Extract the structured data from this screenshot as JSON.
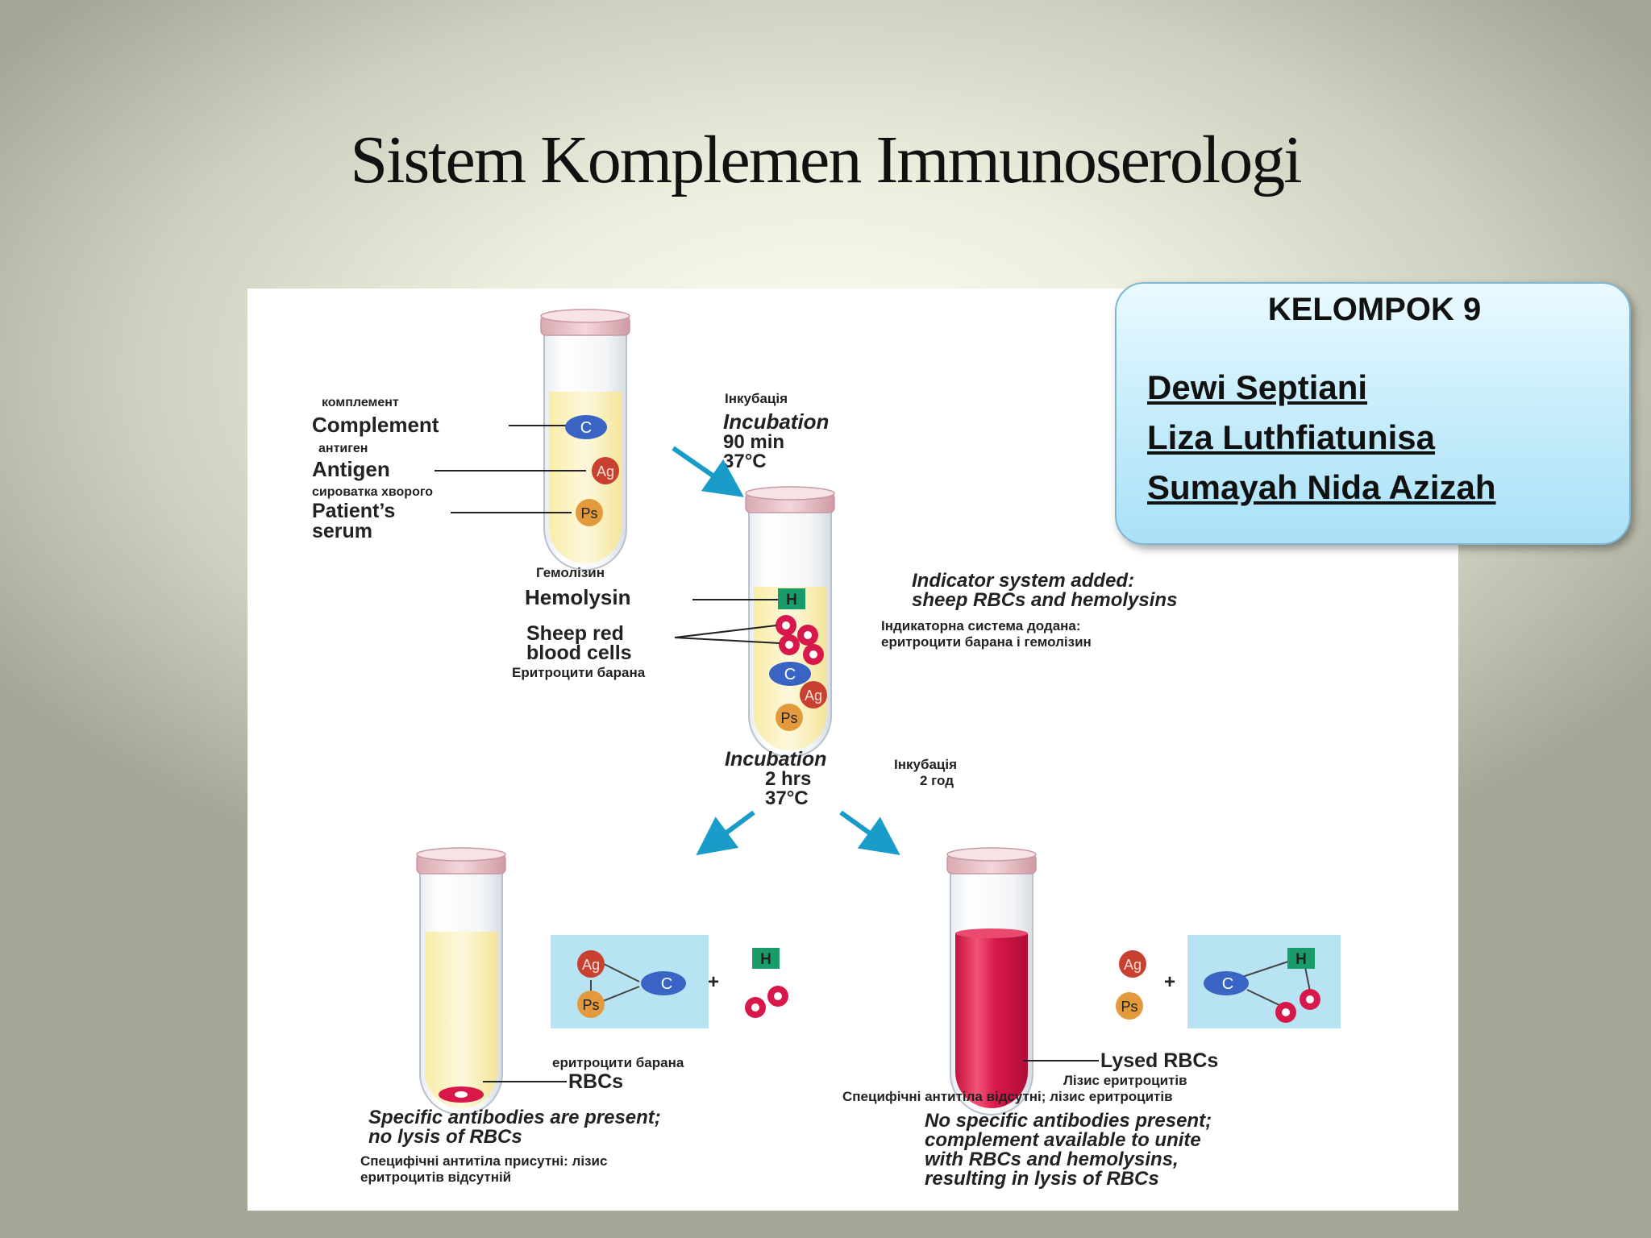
{
  "title": "Sistem Komplemen Immunoserologi",
  "group": {
    "title": "KELOMPOK 9",
    "members": [
      "Dewi Septiani",
      "Liza Luthfiatunisa",
      "Sumayah Nida Azizah"
    ]
  },
  "colors": {
    "complement": "#3a64c4",
    "antigen": "#c84030",
    "serum": "#e39a3c",
    "hemolysin": "#179c6a",
    "rbc": "#d8184a",
    "arrow": "#1a9cc8",
    "panel": "#b8e3f2"
  },
  "diagram": {
    "tube1": {
      "complement_ua": "комплемент",
      "complement": "Complement",
      "antigen_ua": "антиген",
      "antigen": "Antigen",
      "serum_ua": "сироватка хворого",
      "serum_line1": "Patient’s",
      "serum_line2": "serum",
      "mark_c": "C",
      "mark_ag": "Ag",
      "mark_ps": "Ps"
    },
    "incubation1": {
      "ua": "Інкубація",
      "label": "Incubation",
      "time": "90 min",
      "temp": "37°C"
    },
    "tube2": {
      "hemolysin_ua": "Гемолізин",
      "hemolysin": "Hemolysin",
      "sheep_line1": "Sheep red",
      "sheep_line2": "blood cells",
      "sheep_ua": "Еритроцити барана",
      "indicator_line1": "Indicator system added:",
      "indicator_line2": "sheep RBCs and hemolysins",
      "indicator_ua_line1": "Індикаторна система додана:",
      "indicator_ua_line2": "еритроцити барана і гемолізин",
      "mark_h": "H"
    },
    "incubation2": {
      "label": "Incubation",
      "time": "2 hrs",
      "temp": "37°C",
      "ua_line1": "Інкубація",
      "ua_line2": "2 год"
    },
    "left_result": {
      "plus": "+",
      "rbc_ua": "еритроцити барана",
      "rbc": "RBCs",
      "line1": "Specific antibodies are present;",
      "line2": "no lysis of RBCs",
      "ua_line1": "Специфічні антитіла присутні: лізис",
      "ua_line2": "еритроцитів відсутній"
    },
    "right_result": {
      "plus": "+",
      "lysed": "Lysed RBCs",
      "lysed_ua": "Лізис еритроцитів",
      "ua_note": "Специфічні антитіла відсутні; лізис еритроцитів",
      "line1": "No specific antibodies present;",
      "line2": "complement available to unite",
      "line3": "with RBCs and hemolysins,",
      "line4": "resulting in lysis of RBCs"
    }
  }
}
